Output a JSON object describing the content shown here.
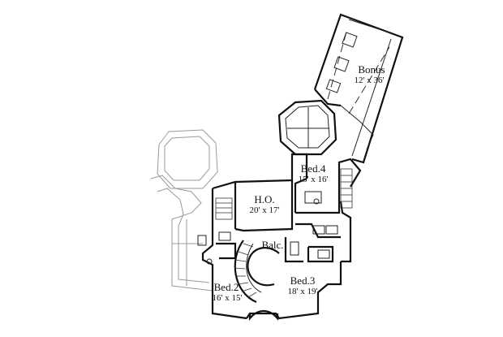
{
  "rooms": {
    "bonus": {
      "name": "Bonus",
      "size": "12' x 36'"
    },
    "bed4": {
      "name": "Bed.4",
      "size": "15' x 16'"
    },
    "ho": {
      "name": "H.O.",
      "size": "20' x 17'"
    },
    "balc": {
      "name": "Balc."
    },
    "bed2": {
      "name": "Bed.2",
      "size": "16' x 15'"
    },
    "bed3": {
      "name": "Bed.3",
      "size": "18' x 19'"
    }
  },
  "colors": {
    "wall": "#111111",
    "outline": "#9a9a9a",
    "background": "#ffffff"
  }
}
